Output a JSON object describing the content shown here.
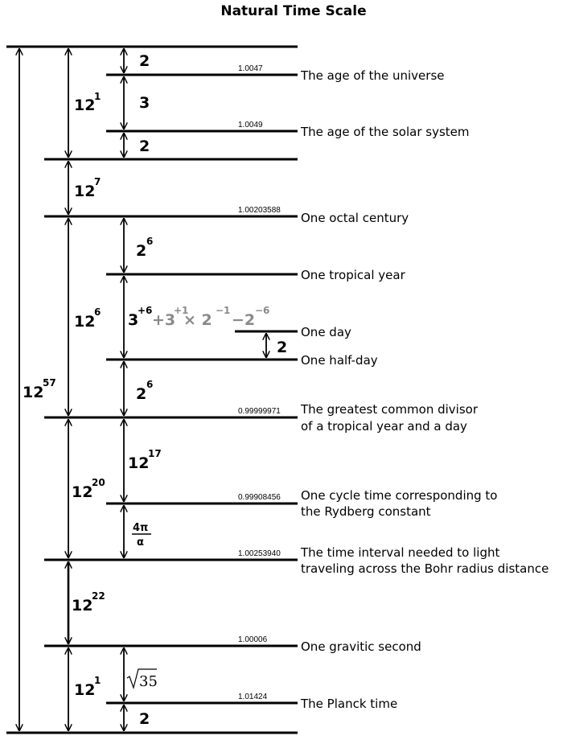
{
  "title": "Natural Time Scale",
  "levels": [
    {
      "value": "1.0047",
      "label": "The age of the universe",
      "label2": ""
    },
    {
      "value": "1.0049",
      "label": "The age of the solar system",
      "label2": ""
    },
    {
      "value": "1.00203588",
      "label": "One octal century",
      "label2": ""
    },
    {
      "value": "",
      "label": "One tropical year",
      "label2": ""
    },
    {
      "value": "",
      "label": "One day",
      "label2": ""
    },
    {
      "value": "",
      "label": "One half-day",
      "label2": ""
    },
    {
      "value": "0.99999971",
      "label": "The greatest common divisor",
      "label2": "of a tropical year and a day"
    },
    {
      "value": "0.99908456",
      "label": "One cycle time corresponding to",
      "label2": "the Rydberg constant"
    },
    {
      "value": "1.00253940",
      "label": "The time interval needed to light",
      "label2": "traveling across the Bohr radius distance"
    },
    {
      "value": "1.00006",
      "label": "One gravitic second",
      "label2": ""
    },
    {
      "value": "1.01424",
      "label": "The Planck time",
      "label2": ""
    }
  ],
  "factors": {
    "outer": {
      "base": "12",
      "exp": "57"
    },
    "col1": [
      {
        "base": "12",
        "exp": "1"
      },
      {
        "base": "12",
        "exp": "7"
      },
      {
        "base": "12",
        "exp": "6"
      },
      {
        "base": "12",
        "exp": "20"
      },
      {
        "base": "12",
        "exp": "22"
      },
      {
        "base": "12",
        "exp": "1"
      }
    ],
    "col2_top": [
      "2",
      "3",
      "2"
    ],
    "col2_mid_a": {
      "base": "2",
      "exp": "6"
    },
    "col2_mid_b": {
      "base": "2",
      "exp": "6"
    },
    "col2_17": {
      "base": "12",
      "exp": "17"
    },
    "fraction": {
      "num": "4π",
      "den": "α"
    },
    "sqrt": "35",
    "col2_bottom": "2",
    "day_factor": "2",
    "formula": {
      "p1": "3",
      "e1": "+6",
      "p2": "+3",
      "e2": "+1",
      "p3": " × 2",
      "e3": "−1",
      "p4": "−2",
      "e4": "−6"
    }
  }
}
